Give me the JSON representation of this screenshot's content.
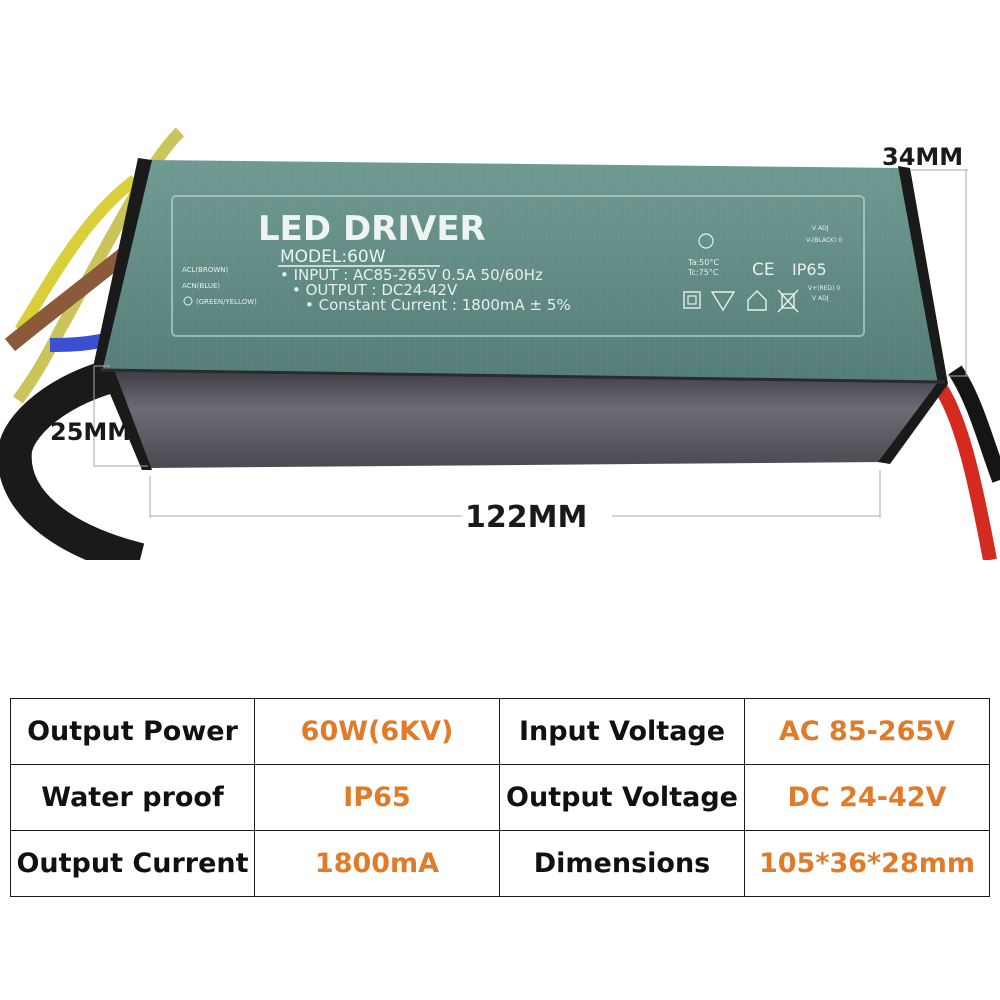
{
  "product": {
    "title": "LED DRIVER",
    "model": "MODEL:60W",
    "input_line": "• INPUT : AC85-265V 0.5A 50/60Hz",
    "output_line": "• OUTPUT : DC24-42V",
    "current_line": "• Constant Current : 1800mA ± 5%",
    "wire_ac_l": "ACL(BROWN)",
    "wire_ac_n": "ACN(BLUE)",
    "wire_ground": "(GREEN/YELLOW)",
    "ta_temp": "Ta:50°C",
    "tc_temp": "Tc:75°C",
    "ce_mark": "CE",
    "ip_rating": "IP65",
    "out_neg": "V-(BLACK) 0",
    "out_pos": "V+(RED) 0",
    "adj_top": "V ADJ",
    "adj_bottom": "V ADJ"
  },
  "dimensions": {
    "height": "34MM",
    "width": "25MM",
    "length": "122MM"
  },
  "colors": {
    "housing_top": "#5f8b84",
    "housing_side": "#5a5760",
    "value_text": "#e07b2a"
  },
  "specs": {
    "rows": [
      {
        "label1": "Output Power",
        "value1": "60W(6KV)",
        "label2": "Input Voltage",
        "value2": "AC 85-265V"
      },
      {
        "label1": "Water proof",
        "value1": "IP65",
        "label2": "Output Voltage",
        "value2": "DC 24-42V"
      },
      {
        "label1": "Output Current",
        "value1": "1800mA",
        "label2": "Dimensions",
        "value2": "105*36*28mm"
      }
    ]
  }
}
